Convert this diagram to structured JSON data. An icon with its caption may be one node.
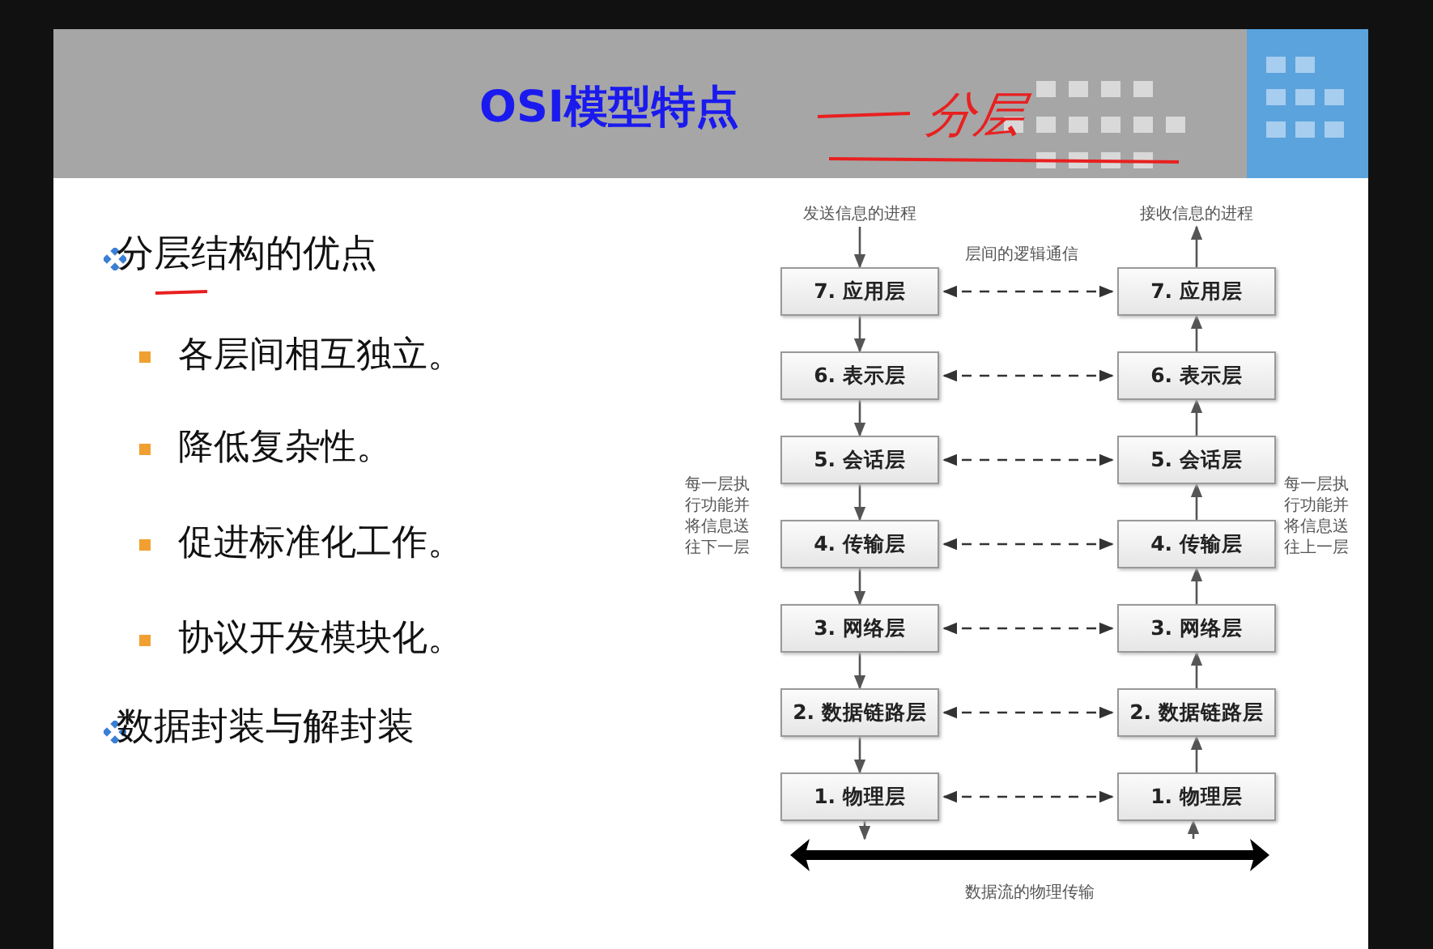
{
  "diagram": {
    "title": "OSI模型特点",
    "nodes": [
      {
        "text": [
          "发送信息的进程"
        ]
      },
      {
        "text": [
          "接收信息的进程"
        ]
      },
      {
        "text": [
          "7. 应用层"
        ]
      },
      {
        "text": [
          "6. 表示层"
        ]
      },
      {
        "text": [
          "5. 会话层"
        ]
      },
      {
        "text": [
          "4. 传输层"
        ]
      },
      {
        "text": [
          "3. 网络层"
        ]
      },
      {
        "text": [
          "2. 数据链路层"
        ]
      },
      {
        "text": [
          "1. 物理层"
        ]
      },
      {
        "text": [
          "7. 应用层"
        ]
      },
      {
        "text": [
          "6. 表示层"
        ]
      },
      {
        "text": [
          "5. 会话层"
        ]
      },
      {
        "text": [
          "4. 传输层"
        ]
      },
      {
        "text": [
          "3. 网络层"
        ]
      },
      {
        "text": [
          "2. 数据链路层"
        ]
      },
      {
        "text": [
          "1. 物理层"
        ]
      },
      {
        "text": [],
        "shape": "bar",
        "beside": [
          "数据流的物理传输"
        ]
      }
    ],
    "edges": [
      {
        "from": 0,
        "to": 2,
        "arrow": "to"
      },
      {
        "from": 2,
        "to": 3,
        "arrow": "to"
      },
      {
        "from": 3,
        "to": 4,
        "arrow": "to"
      },
      {
        "from": 4,
        "to": 5,
        "arrow": "to"
      },
      {
        "from": 5,
        "to": 6,
        "arrow": "to"
      },
      {
        "from": 6,
        "to": 7,
        "arrow": "to"
      },
      {
        "from": 7,
        "to": 8,
        "arrow": "to"
      },
      {
        "from": 8,
        "to": 16,
        "arrow": "to"
      },
      {
        "from": 16,
        "to": 15,
        "arrow": "to"
      },
      {
        "from": 15,
        "to": 14,
        "arrow": "to"
      },
      {
        "from": 14,
        "to": 13,
        "arrow": "to"
      },
      {
        "from": 13,
        "to": 12,
        "arrow": "to"
      },
      {
        "from": 12,
        "to": 11,
        "arrow": "to"
      },
      {
        "from": 11,
        "to": 10,
        "arrow": "to"
      },
      {
        "from": 10,
        "to": 9,
        "arrow": "to"
      },
      {
        "from": 9,
        "to": 1,
        "arrow": "to"
      },
      {
        "from": 2,
        "to": 9,
        "arrow": "both",
        "style": "dashed"
      },
      {
        "from": 3,
        "to": 10,
        "arrow": "both",
        "style": "dashed"
      },
      {
        "from": 4,
        "to": 11,
        "arrow": "both",
        "style": "dashed"
      },
      {
        "from": 5,
        "to": 12,
        "arrow": "both",
        "style": "dashed"
      },
      {
        "from": 6,
        "to": 13,
        "arrow": "both",
        "style": "dashed"
      },
      {
        "from": 7,
        "to": 14,
        "arrow": "both",
        "style": "dashed"
      },
      {
        "from": 8,
        "to": 15,
        "arrow": "both",
        "style": "dashed"
      }
    ],
    "labels": [
      "分层",
      "分层结构的优点",
      "各层间相互独立。",
      "降低复杂性。",
      "促进标准化工作。",
      "协议开发模块化。",
      "数据封装与解封装",
      "层间的逻辑通信",
      "每一层执行功能并将信息送往下一层",
      "每一层执行功能并将信息送往上一层"
    ]
  }
}
